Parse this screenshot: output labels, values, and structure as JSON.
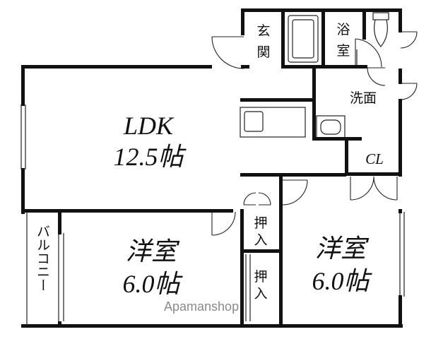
{
  "floor_plan": {
    "rooms": {
      "ldk": {
        "name": "LDK",
        "size": "12.5帖"
      },
      "western_room_1": {
        "name": "洋室",
        "size": "6.0帖"
      },
      "western_room_2": {
        "name": "洋室",
        "size": "6.0帖"
      },
      "entrance": {
        "label_line1": "玄",
        "label_line2": "関"
      },
      "bath": {
        "label_line1": "浴",
        "label_line2": "室"
      },
      "washroom": {
        "label": "洗面"
      },
      "closet": {
        "label": "CL"
      },
      "oshiire_1": {
        "label_line1": "押",
        "label_line2": "入"
      },
      "oshiire_2": {
        "label_line1": "押",
        "label_line2": "入"
      },
      "balcony": {
        "label": "バルコニー"
      }
    },
    "watermark": "Apamanshop"
  }
}
